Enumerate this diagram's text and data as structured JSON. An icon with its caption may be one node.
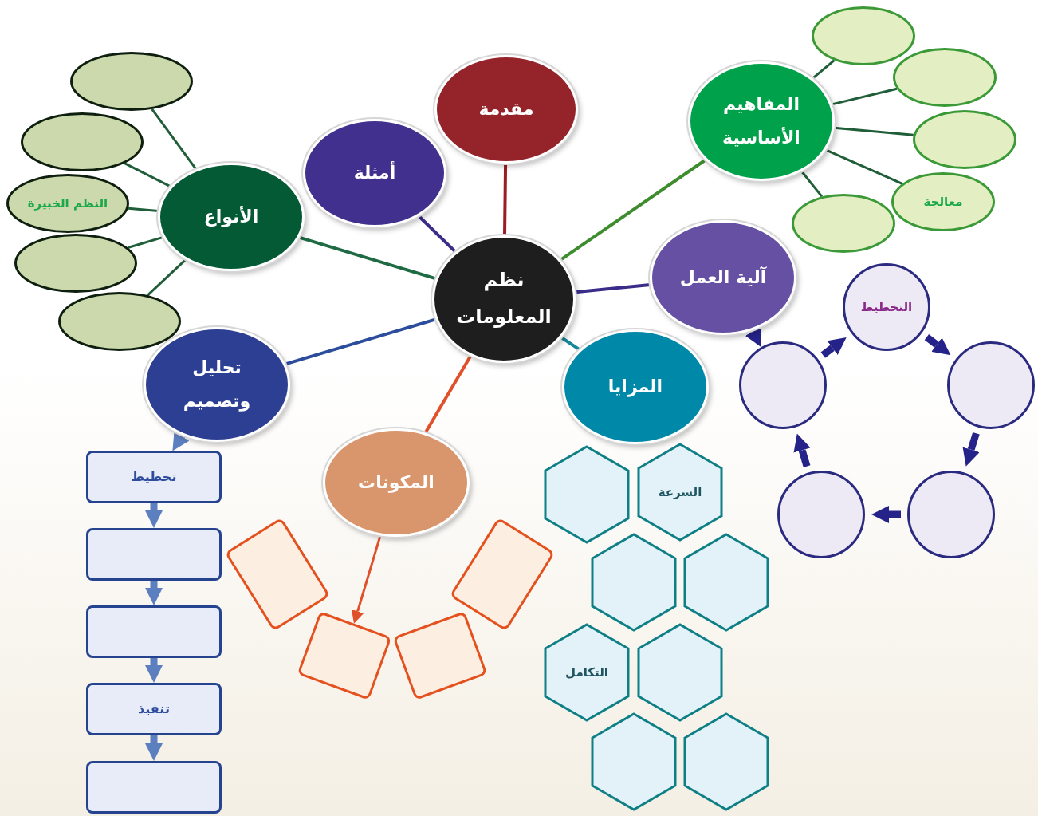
{
  "diagram": {
    "nodes": [
      {
        "text": [
          "نظم المعلومات"
        ]
      },
      {
        "text": [
          "مقدمة"
        ]
      },
      {
        "text": [
          "أمثلة"
        ]
      },
      {
        "text": [
          "المفاهيم الأساسية"
        ]
      },
      {
        "text": [
          "الأنواع"
        ]
      },
      {
        "text": [
          "آلية العمل"
        ]
      },
      {
        "text": [
          "تحليل وتصميم"
        ]
      },
      {
        "text": [
          "المزايا"
        ]
      },
      {
        "text": [
          "المكونات"
        ]
      },
      {
        "text": [],
        "shape": "circle"
      },
      {
        "text": [],
        "shape": "circle"
      },
      {
        "text": [
          "النظم الخبيرة"
        ]
      },
      {
        "text": [],
        "shape": "circle"
      },
      {
        "text": [],
        "shape": "circle"
      },
      {
        "text": [],
        "shape": "circle"
      },
      {
        "text": [],
        "shape": "circle"
      },
      {
        "text": [],
        "shape": "circle"
      },
      {
        "text": [
          "معالجة"
        ]
      },
      {
        "text": [],
        "shape": "circle"
      },
      {
        "text": [
          "تخطيط"
        ]
      },
      {
        "text": [],
        "shape": "box"
      },
      {
        "text": [],
        "shape": "box"
      },
      {
        "text": [
          "تنفيذ"
        ]
      },
      {
        "text": [],
        "shape": "box"
      },
      {
        "text": [
          "التخطيط"
        ]
      },
      {
        "text": [],
        "shape": "circle"
      },
      {
        "text": [],
        "shape": "circle"
      },
      {
        "text": [],
        "shape": "circle"
      },
      {
        "text": [],
        "shape": "circle"
      },
      {
        "text": [],
        "shape": "hexagon"
      },
      {
        "text": [
          "السرعة"
        ]
      },
      {
        "text": [],
        "shape": "hexagon"
      },
      {
        "text": [],
        "shape": "hexagon"
      },
      {
        "text": [
          "التكامل"
        ]
      },
      {
        "text": [],
        "shape": "hexagon"
      },
      {
        "text": [],
        "shape": "hexagon"
      },
      {
        "text": [],
        "shape": "hexagon"
      },
      {
        "text": [],
        "shape": "box"
      },
      {
        "text": [],
        "shape": "box"
      },
      {
        "text": [],
        "shape": "box"
      },
      {
        "text": [],
        "shape": "box"
      }
    ],
    "edges": [
      {
        "from": 0,
        "to": 1,
        "arrow": "none",
        "color": "#9b1c22"
      },
      {
        "from": 0,
        "to": 2,
        "arrow": "none",
        "color": "#3a2d8a"
      },
      {
        "from": 0,
        "to": 3,
        "arrow": "none",
        "color": "#3d8c2e"
      },
      {
        "from": 0,
        "to": 4,
        "arrow": "none",
        "color": "#1d6a43"
      },
      {
        "from": 0,
        "to": 5,
        "arrow": "none",
        "color": "#3a2d8a"
      },
      {
        "from": 0,
        "to": 6,
        "arrow": "none",
        "color": "#2b4d9c"
      },
      {
        "from": 0,
        "to": 7,
        "arrow": "none",
        "color": "#17889a"
      },
      {
        "from": 0,
        "to": 8,
        "arrow": "none",
        "color": "#e0502a"
      },
      {
        "from": 4,
        "to": 9,
        "arrow": "none"
      },
      {
        "from": 4,
        "to": 10,
        "arrow": "none"
      },
      {
        "from": 4,
        "to": 11,
        "arrow": "none"
      },
      {
        "from": 4,
        "to": 12,
        "arrow": "none"
      },
      {
        "from": 4,
        "to": 13,
        "arrow": "none"
      },
      {
        "from": 3,
        "to": 14,
        "arrow": "none"
      },
      {
        "from": 3,
        "to": 15,
        "arrow": "none"
      },
      {
        "from": 3,
        "to": 16,
        "arrow": "none"
      },
      {
        "from": 3,
        "to": 17,
        "arrow": "none"
      },
      {
        "from": 3,
        "to": 18,
        "arrow": "none"
      },
      {
        "from": 6,
        "to": 19,
        "arrow": "to",
        "style": "thick",
        "color": "#5b7fbf"
      },
      {
        "from": 19,
        "to": 20,
        "arrow": "to",
        "style": "thick",
        "color": "#5b7fbf"
      },
      {
        "from": 20,
        "to": 21,
        "arrow": "to",
        "style": "thick",
        "color": "#5b7fbf"
      },
      {
        "from": 21,
        "to": 22,
        "arrow": "to",
        "style": "thick",
        "color": "#5b7fbf"
      },
      {
        "from": 22,
        "to": 23,
        "arrow": "to",
        "style": "thick",
        "color": "#5b7fbf"
      },
      {
        "from": 5,
        "to": 28,
        "arrow": "to",
        "style": "thick",
        "color": "#25238a"
      },
      {
        "from": 28,
        "to": 24,
        "arrow": "to",
        "style": "thick",
        "color": "#25238a"
      },
      {
        "from": 24,
        "to": 25,
        "arrow": "to",
        "style": "thick",
        "color": "#25238a"
      },
      {
        "from": 25,
        "to": 26,
        "arrow": "to",
        "style": "thick",
        "color": "#25238a"
      },
      {
        "from": 26,
        "to": 27,
        "arrow": "to",
        "style": "thick",
        "color": "#25238a"
      },
      {
        "from": 27,
        "to": 28,
        "arrow": "to",
        "style": "thick",
        "color": "#25238a"
      },
      {
        "from": 8,
        "to": 38,
        "arrow": "to",
        "color": "#e0502a"
      }
    ]
  }
}
